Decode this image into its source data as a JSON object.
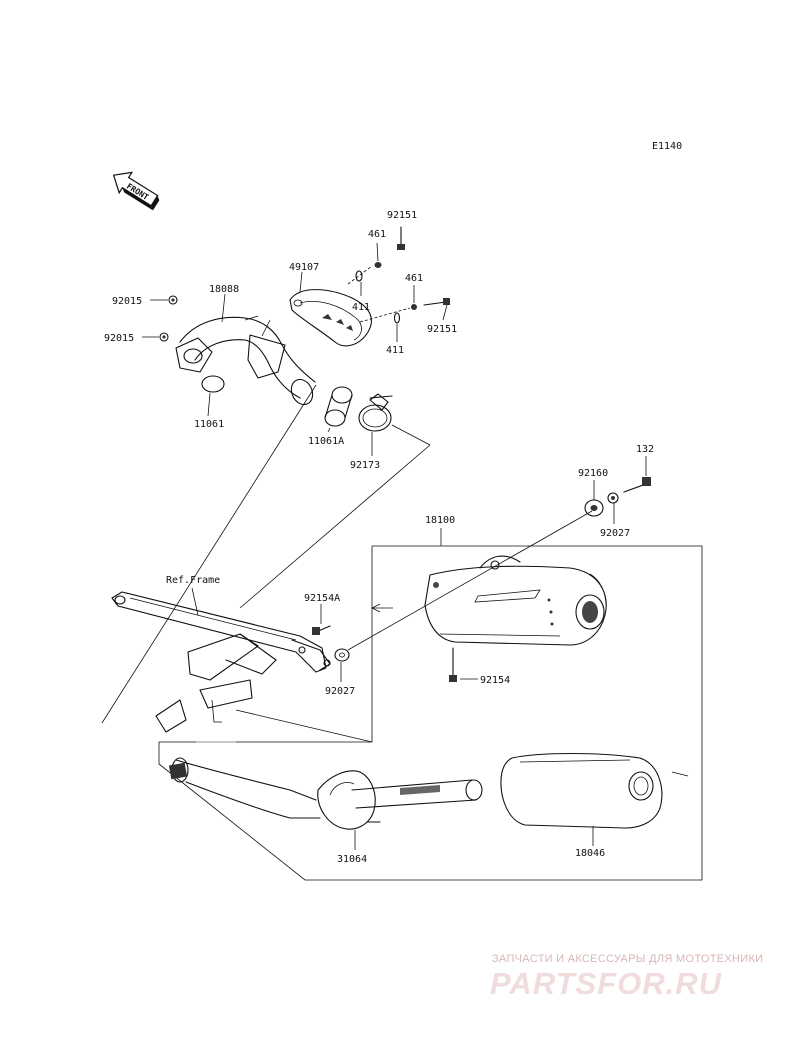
{
  "diagram_code": "E1140",
  "front_label": "FRONT",
  "ref_frame_label": "Ref.Frame",
  "parts": {
    "p92151_a": "92151",
    "p461_a": "461",
    "p49107": "49107",
    "p461_b": "461",
    "p411_a": "411",
    "p92151_b": "92151",
    "p411_b": "411",
    "p92015_a": "92015",
    "p18088": "18088",
    "p92015_b": "92015",
    "p11061": "11061",
    "p11061A": "11061A",
    "p92173": "92173",
    "p132": "132",
    "p92160": "92160",
    "p92027_a": "92027",
    "p18100": "18100",
    "p92154A": "92154A",
    "p92027_b": "92027",
    "p92154": "92154",
    "p31064": "31064",
    "p18046": "18046"
  },
  "watermark": {
    "subtitle": "ЗАПЧАСТИ И АКСЕССУАРЫ ДЛЯ МОТОТЕХНИКИ",
    "brand": "PARTSFOR.RU"
  }
}
